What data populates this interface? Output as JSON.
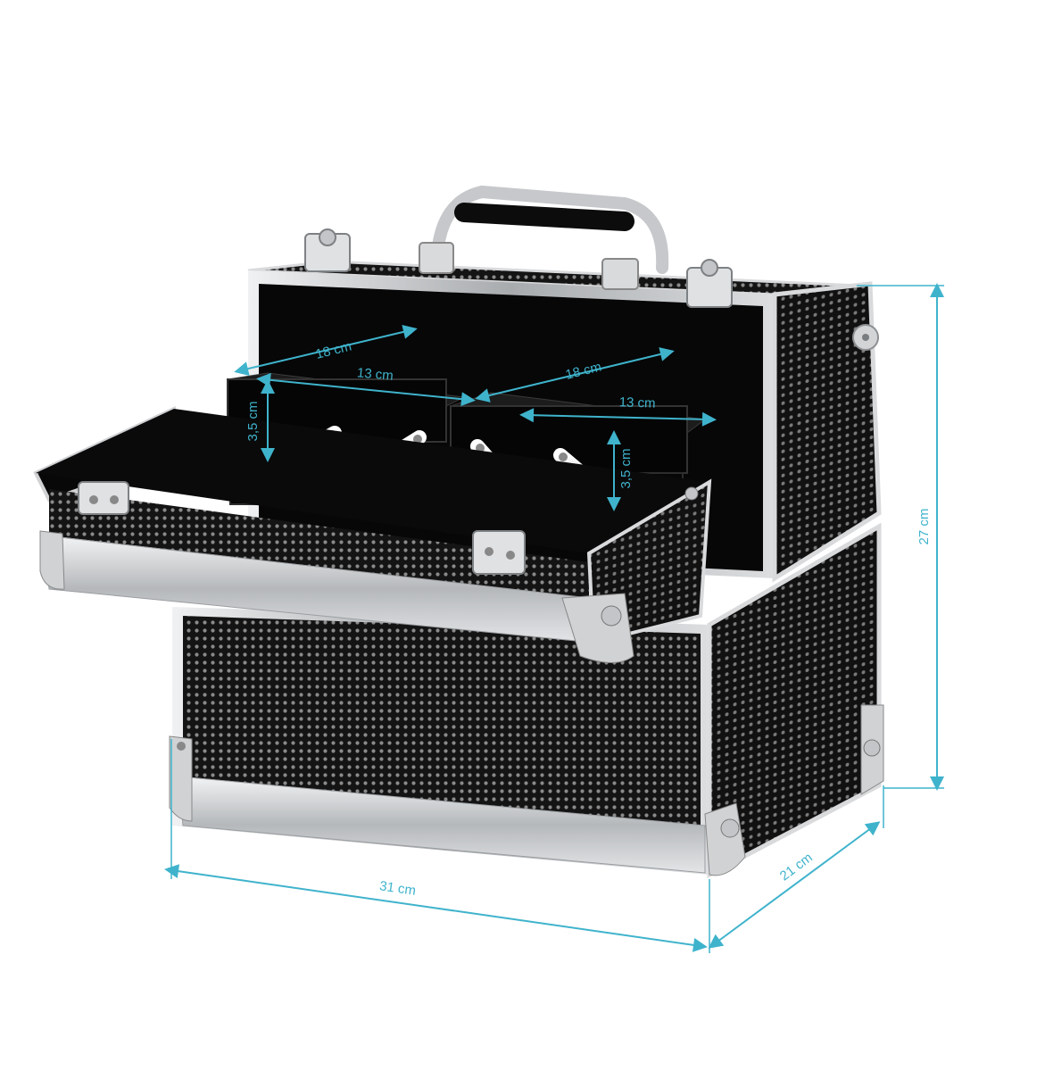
{
  "accent_color": "#3fb3cc",
  "case": {
    "body_color": "#161616",
    "trim_color": "#c9cbce",
    "dot_color": "#8a8a8a"
  },
  "dimensions": {
    "width_label": "31 cm",
    "depth_label": "21 cm",
    "height_label": "27 cm",
    "tray_left_depth": "18 cm",
    "tray_left_width": "13 cm",
    "tray_left_height": "3,5 cm",
    "tray_right_depth": "18 cm",
    "tray_right_width": "13 cm",
    "tray_right_height": "3,5 cm"
  }
}
